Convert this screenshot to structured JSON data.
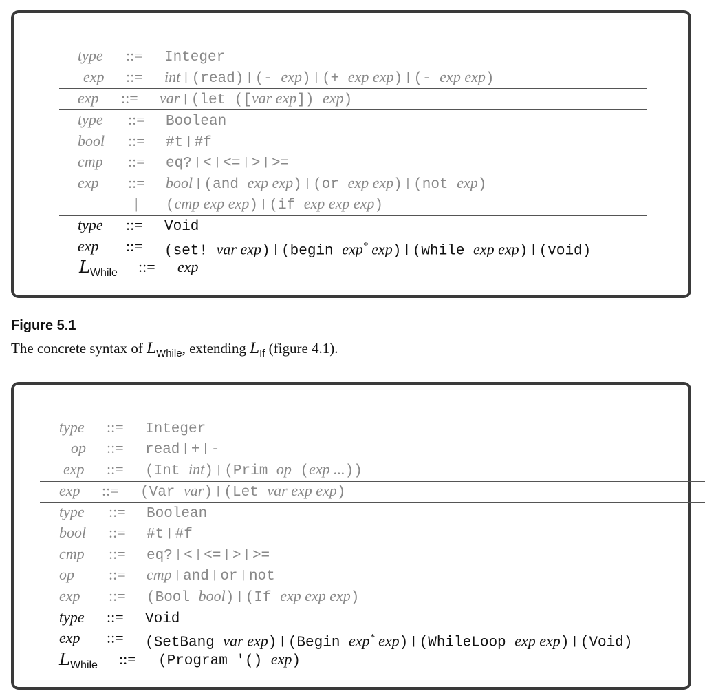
{
  "figure1": {
    "rows": [
      {
        "lhs": "type",
        "def": "::=",
        "rhs": [
          {
            "t": "Integer",
            "c": "mono"
          }
        ]
      },
      {
        "lhs": "exp",
        "def": "::=",
        "rhs": [
          {
            "t": "int",
            "c": "nt"
          },
          {
            "t": "|",
            "c": "sep"
          },
          {
            "t": "(read)",
            "c": "mono"
          },
          {
            "t": "|",
            "c": "sep"
          },
          {
            "t": "(- ",
            "c": "mono"
          },
          {
            "t": "exp",
            "c": "nt"
          },
          {
            "t": ")",
            "c": "mono"
          },
          {
            "t": "|",
            "c": "sep"
          },
          {
            "t": "(+ ",
            "c": "mono"
          },
          {
            "t": "exp exp",
            "c": "nt"
          },
          {
            "t": ")",
            "c": "mono"
          },
          {
            "t": "|",
            "c": "sep"
          },
          {
            "t": "(- ",
            "c": "mono"
          },
          {
            "t": "exp exp",
            "c": "nt"
          },
          {
            "t": ")",
            "c": "mono"
          }
        ]
      },
      {
        "lhs": "exp",
        "def": "::=",
        "rhs": [
          {
            "t": "var",
            "c": "nt"
          },
          {
            "t": "|",
            "c": "sep"
          },
          {
            "t": "(let ([",
            "c": "mono"
          },
          {
            "t": "var exp",
            "c": "nt"
          },
          {
            "t": "]) ",
            "c": "mono"
          },
          {
            "t": "exp",
            "c": "nt"
          },
          {
            "t": ")",
            "c": "mono"
          }
        ]
      },
      {
        "lhs": "type",
        "def": "::=",
        "rhs": [
          {
            "t": "Boolean",
            "c": "mono"
          }
        ]
      },
      {
        "lhs": "bool",
        "def": "::=",
        "rhs": [
          {
            "t": "#t",
            "c": "mono"
          },
          {
            "t": "|",
            "c": "sep"
          },
          {
            "t": "#f",
            "c": "mono"
          }
        ]
      },
      {
        "lhs": "cmp",
        "def": "::=",
        "rhs": [
          {
            "t": "eq?",
            "c": "mono"
          },
          {
            "t": "|",
            "c": "sep"
          },
          {
            "t": "<",
            "c": "mono"
          },
          {
            "t": "|",
            "c": "sep"
          },
          {
            "t": "<=",
            "c": "mono"
          },
          {
            "t": "|",
            "c": "sep"
          },
          {
            "t": ">",
            "c": "mono"
          },
          {
            "t": "|",
            "c": "sep"
          },
          {
            "t": ">=",
            "c": "mono"
          }
        ]
      },
      {
        "lhs": "exp",
        "def": "::=",
        "rhs": [
          {
            "t": "bool",
            "c": "nt"
          },
          {
            "t": "|",
            "c": "sep"
          },
          {
            "t": "(and ",
            "c": "mono"
          },
          {
            "t": "exp exp",
            "c": "nt"
          },
          {
            "t": ")",
            "c": "mono"
          },
          {
            "t": "|",
            "c": "sep"
          },
          {
            "t": "(or ",
            "c": "mono"
          },
          {
            "t": "exp exp",
            "c": "nt"
          },
          {
            "t": ")",
            "c": "mono"
          },
          {
            "t": "|",
            "c": "sep"
          },
          {
            "t": "(not ",
            "c": "mono"
          },
          {
            "t": "exp",
            "c": "nt"
          },
          {
            "t": ")",
            "c": "mono"
          }
        ]
      },
      {
        "lhs": "",
        "def": "|",
        "rhs": [
          {
            "t": "(",
            "c": "mono"
          },
          {
            "t": "cmp exp exp",
            "c": "nt"
          },
          {
            "t": ")",
            "c": "mono"
          },
          {
            "t": "|",
            "c": "sep"
          },
          {
            "t": "(if ",
            "c": "mono"
          },
          {
            "t": "exp exp exp",
            "c": "nt"
          },
          {
            "t": ")",
            "c": "mono"
          }
        ]
      },
      {
        "lhs": "type",
        "def": "::=",
        "rhs": [
          {
            "t": "Void",
            "c": "mono"
          }
        ]
      },
      {
        "lhs": "exp",
        "def": "::=",
        "rhs": [
          {
            "t": "(set! ",
            "c": "mono"
          },
          {
            "t": "var exp",
            "c": "nt"
          },
          {
            "t": ")",
            "c": "mono"
          },
          {
            "t": "|",
            "c": "sep"
          },
          {
            "t": "(begin ",
            "c": "mono"
          },
          {
            "t": "exp",
            "c": "nt"
          },
          {
            "t": "*",
            "c": "sup"
          },
          {
            "t": " exp",
            "c": "nt"
          },
          {
            "t": ")",
            "c": "mono"
          },
          {
            "t": "|",
            "c": "sep"
          },
          {
            "t": "(while ",
            "c": "mono"
          },
          {
            "t": "exp exp",
            "c": "nt"
          },
          {
            "t": ")",
            "c": "mono"
          },
          {
            "t": "|",
            "c": "sep"
          },
          {
            "t": "(void)",
            "c": "mono"
          }
        ]
      },
      {
        "lhs": "L",
        "lhs_sub": "While",
        "def": "::=",
        "rhs": [
          {
            "t": "exp",
            "c": "nt"
          }
        ]
      }
    ]
  },
  "caption": {
    "title": "Figure 5.1",
    "text_before": "The concrete syntax of ",
    "lang1": "L",
    "lang1_sub": "While",
    "text_middle": ", extending ",
    "lang2": "L",
    "lang2_sub": "If",
    "text_after": " (figure 4.1)."
  },
  "figure2": {
    "rows": [
      {
        "lhs": "type",
        "def": "::=",
        "rhs": [
          {
            "t": "Integer",
            "c": "mono"
          }
        ]
      },
      {
        "lhs": "op",
        "def": "::=",
        "rhs": [
          {
            "t": "read",
            "c": "mono"
          },
          {
            "t": "|",
            "c": "sep"
          },
          {
            "t": "+",
            "c": "mono"
          },
          {
            "t": "|",
            "c": "sep"
          },
          {
            "t": "-",
            "c": "mono"
          }
        ]
      },
      {
        "lhs": "exp",
        "def": "::=",
        "rhs": [
          {
            "t": "(Int ",
            "c": "mono"
          },
          {
            "t": "int",
            "c": "nt"
          },
          {
            "t": ")",
            "c": "mono"
          },
          {
            "t": "|",
            "c": "sep"
          },
          {
            "t": "(Prim ",
            "c": "mono"
          },
          {
            "t": "op",
            "c": "nt"
          },
          {
            "t": " (",
            "c": "mono"
          },
          {
            "t": "exp ...",
            "c": "nt"
          },
          {
            "t": "))",
            "c": "mono"
          }
        ]
      },
      {
        "lhs": "exp",
        "def": "::=",
        "rhs": [
          {
            "t": "(Var ",
            "c": "mono"
          },
          {
            "t": "var",
            "c": "nt"
          },
          {
            "t": ")",
            "c": "mono"
          },
          {
            "t": "|",
            "c": "sep"
          },
          {
            "t": "(Let ",
            "c": "mono"
          },
          {
            "t": "var exp exp",
            "c": "nt"
          },
          {
            "t": ")",
            "c": "mono"
          }
        ]
      },
      {
        "lhs": "type",
        "def": "::=",
        "rhs": [
          {
            "t": "Boolean",
            "c": "mono"
          }
        ]
      },
      {
        "lhs": "bool",
        "def": "::=",
        "rhs": [
          {
            "t": "#t",
            "c": "mono"
          },
          {
            "t": "|",
            "c": "sep"
          },
          {
            "t": "#f",
            "c": "mono"
          }
        ]
      },
      {
        "lhs": "cmp",
        "def": "::=",
        "rhs": [
          {
            "t": "eq?",
            "c": "mono"
          },
          {
            "t": "|",
            "c": "sep"
          },
          {
            "t": "<",
            "c": "mono"
          },
          {
            "t": "|",
            "c": "sep"
          },
          {
            "t": "<=",
            "c": "mono"
          },
          {
            "t": "|",
            "c": "sep"
          },
          {
            "t": ">",
            "c": "mono"
          },
          {
            "t": "|",
            "c": "sep"
          },
          {
            "t": ">=",
            "c": "mono"
          }
        ]
      },
      {
        "lhs": "op",
        "def": "::=",
        "rhs": [
          {
            "t": "cmp",
            "c": "nt"
          },
          {
            "t": "|",
            "c": "sep"
          },
          {
            "t": "and",
            "c": "mono"
          },
          {
            "t": "|",
            "c": "sep"
          },
          {
            "t": "or",
            "c": "mono"
          },
          {
            "t": "|",
            "c": "sep"
          },
          {
            "t": "not",
            "c": "mono"
          }
        ]
      },
      {
        "lhs": "exp",
        "def": "::=",
        "rhs": [
          {
            "t": "(Bool ",
            "c": "mono"
          },
          {
            "t": "bool",
            "c": "nt"
          },
          {
            "t": ")",
            "c": "mono"
          },
          {
            "t": "|",
            "c": "sep"
          },
          {
            "t": "(If ",
            "c": "mono"
          },
          {
            "t": "exp exp exp",
            "c": "nt"
          },
          {
            "t": ")",
            "c": "mono"
          }
        ]
      },
      {
        "lhs": "type",
        "def": "::=",
        "rhs": [
          {
            "t": "Void",
            "c": "mono"
          }
        ]
      },
      {
        "lhs": "exp",
        "def": "::=",
        "rhs": [
          {
            "t": "(SetBang ",
            "c": "mono"
          },
          {
            "t": "var exp",
            "c": "nt"
          },
          {
            "t": ")",
            "c": "mono"
          },
          {
            "t": "|",
            "c": "sep"
          },
          {
            "t": "(Begin ",
            "c": "mono"
          },
          {
            "t": "exp",
            "c": "nt"
          },
          {
            "t": "*",
            "c": "sup"
          },
          {
            "t": " exp",
            "c": "nt"
          },
          {
            "t": ")",
            "c": "mono"
          },
          {
            "t": "|",
            "c": "sep"
          },
          {
            "t": "(WhileLoop ",
            "c": "mono"
          },
          {
            "t": "exp exp",
            "c": "nt"
          },
          {
            "t": ")",
            "c": "mono"
          },
          {
            "t": "|",
            "c": "sep"
          },
          {
            "t": "(Void)",
            "c": "mono"
          }
        ]
      },
      {
        "lhs": "L",
        "lhs_sub": "While",
        "def": "::=",
        "rhs": [
          {
            "t": "(Program '() ",
            "c": "mono"
          },
          {
            "t": "exp",
            "c": "nt"
          },
          {
            "t": ")",
            "c": "mono"
          }
        ]
      }
    ]
  },
  "colors": {
    "previous_rules": "#888888",
    "new_rules": "#111111",
    "border": "#3a3a3a"
  }
}
